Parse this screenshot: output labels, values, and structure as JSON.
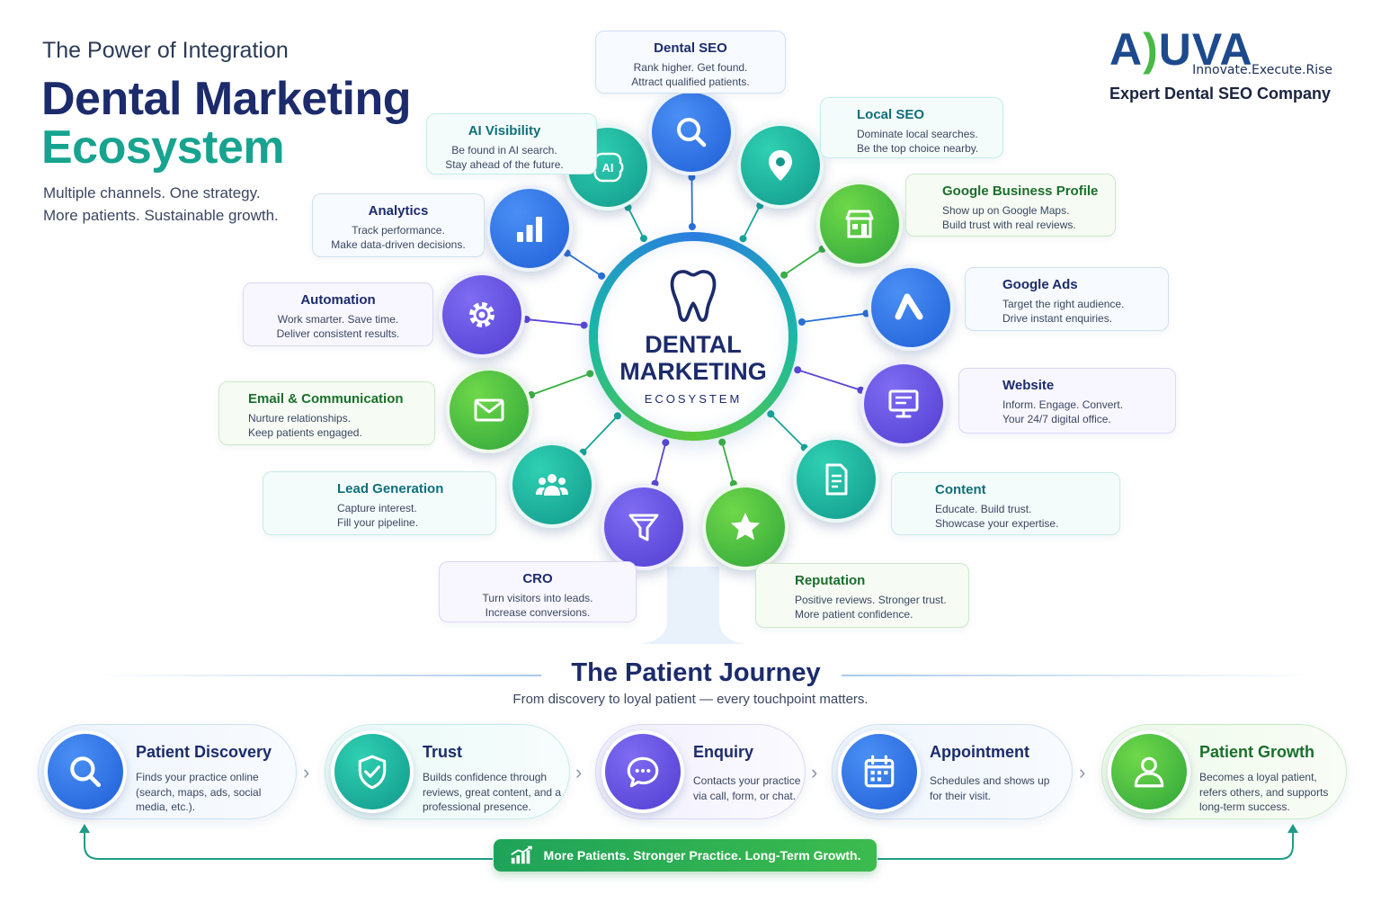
{
  "header": {
    "eyebrow": "The Power of Integration",
    "title_line1": "Dental Marketing",
    "title_line2": "Ecosystem",
    "tagline_line1": "Multiple channels. One strategy.",
    "tagline_line2": "More patients. Sustainable growth."
  },
  "logo": {
    "letters_left": "A",
    "letters_mark": ")",
    "letters_right": "UVA",
    "slogan": "Innovate.Execute.Rise",
    "tagline": "Expert Dental SEO Company"
  },
  "hub": {
    "line1": "DENTAL",
    "line2": "MARKETING",
    "line3": "ECOSYSTEM",
    "icon": "tooth-icon"
  },
  "channels": [
    {
      "key": "dental-seo",
      "title": "Dental SEO",
      "desc1": "Rank higher. Get found.",
      "desc2": "Attract qualified patients.",
      "icon": "search-icon",
      "color": "blue"
    },
    {
      "key": "local-seo",
      "title": "Local SEO",
      "desc1": "Dominate local searches.",
      "desc2": "Be the top choice nearby.",
      "icon": "location-pin-icon",
      "color": "teal"
    },
    {
      "key": "google-business-profile",
      "title": "Google Business Profile",
      "desc1": "Show up on Google Maps.",
      "desc2": "Build trust with real reviews.",
      "icon": "storefront-icon",
      "color": "green"
    },
    {
      "key": "google-ads",
      "title": "Google Ads",
      "desc1": "Target the right audience.",
      "desc2": "Drive instant enquiries.",
      "icon": "google-ads-icon",
      "color": "blue"
    },
    {
      "key": "website",
      "title": "Website",
      "desc1": "Inform. Engage. Convert.",
      "desc2": "Your 24/7 digital office.",
      "icon": "monitor-icon",
      "color": "purple"
    },
    {
      "key": "content",
      "title": "Content",
      "desc1": "Educate. Build trust.",
      "desc2": "Showcase your expertise.",
      "icon": "document-icon",
      "color": "teal"
    },
    {
      "key": "reputation",
      "title": "Reputation",
      "desc1": "Positive reviews. Stronger trust.",
      "desc2": "More patient confidence.",
      "icon": "star-icon",
      "color": "green"
    },
    {
      "key": "cro",
      "title": "CRO",
      "desc1": "Turn visitors into leads.",
      "desc2": "Increase conversions.",
      "icon": "funnel-icon",
      "color": "purple"
    },
    {
      "key": "lead-generation",
      "title": "Lead Generation",
      "desc1": "Capture interest.",
      "desc2": "Fill your pipeline.",
      "icon": "people-icon",
      "color": "teal"
    },
    {
      "key": "email-communication",
      "title": "Email & Communication",
      "desc1": "Nurture relationships.",
      "desc2": "Keep patients engaged.",
      "icon": "envelope-icon",
      "color": "green"
    },
    {
      "key": "automation",
      "title": "Automation",
      "desc1": "Work smarter. Save time.",
      "desc2": "Deliver consistent results.",
      "icon": "gear-icon",
      "color": "purple"
    },
    {
      "key": "analytics",
      "title": "Analytics",
      "desc1": "Track performance.",
      "desc2": "Make data-driven decisions.",
      "icon": "bar-chart-icon",
      "color": "blue"
    },
    {
      "key": "ai-visibility",
      "title": "AI Visibility",
      "desc1": "Be found in AI search.",
      "desc2": "Stay ahead of the future.",
      "icon": "ai-chip-icon",
      "icon_text": "AI",
      "color": "teal"
    }
  ],
  "journey": {
    "title": "The Patient Journey",
    "subtitle": "From discovery to loyal patient — every touchpoint matters.",
    "arrow_glyph": "›",
    "steps": [
      {
        "title": "Patient Discovery",
        "desc": "Finds your practice online (search, maps, ads, social media, etc.).",
        "icon": "search-icon",
        "color": "blue"
      },
      {
        "title": "Trust",
        "desc": "Builds confidence through reviews, great content, and a professional presence.",
        "icon": "shield-check-icon",
        "color": "teal"
      },
      {
        "title": "Enquiry",
        "desc": "Contacts your practice via call, form, or chat.",
        "icon": "chat-bubble-icon",
        "color": "purple"
      },
      {
        "title": "Appointment",
        "desc": "Schedules and shows up for their visit.",
        "icon": "calendar-icon",
        "color": "blue"
      },
      {
        "title": "Patient Growth",
        "desc": "Becomes a loyal patient, refers others, and supports long-term success.",
        "icon": "user-icon",
        "color": "green"
      }
    ],
    "banner": "More Patients. Stronger Practice. Long-Term Growth.",
    "banner_icon": "growth-chart-icon"
  },
  "colors": {
    "navy": "#1c2b6b",
    "teal": "#17a38f",
    "blue": "#1f5fd6",
    "green": "#2fa53a",
    "purple": "#4f3dd1"
  }
}
